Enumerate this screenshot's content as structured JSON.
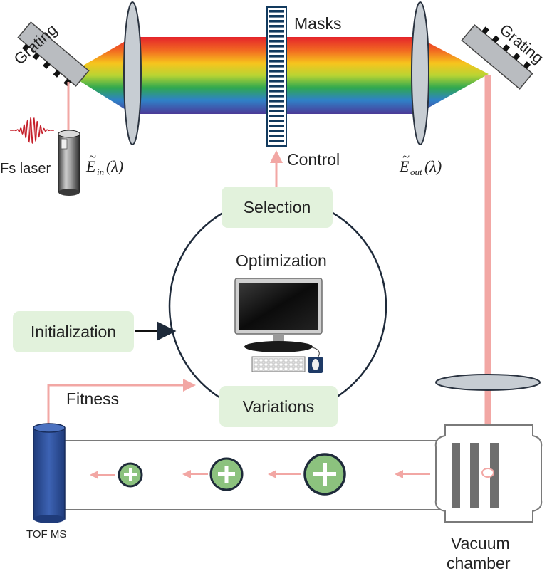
{
  "labels": {
    "grating_left": "Grating",
    "grating_right": "Grating",
    "masks": "Masks",
    "control": "Control",
    "fs_laser": "Fs laser",
    "e_in_symbol": "E",
    "e_in_sub": "in",
    "e_in_arg": "(λ)",
    "e_out_symbol": "E",
    "e_out_sub": "out",
    "e_out_arg": "(λ)",
    "optimization": "Optimization",
    "fitness": "Fitness",
    "tof_ms": "TOF MS",
    "vacuum_line1": "Vacuum",
    "vacuum_line2": "chamber"
  },
  "loop_steps": {
    "selection": "Selection",
    "initialization": "Initialization",
    "variations": "Variations"
  },
  "ion_symbol": "+",
  "colors": {
    "laser_beam": "#f2a7a4",
    "step_box": "#e2f2dc",
    "grating": "#b9bcc0",
    "tof_tube": "#2d4f9a",
    "ion_fill": "#8cc27e",
    "loop": "#1e2a3a"
  },
  "icons": {
    "laser_pulse": "laser-pulse-icon",
    "computer": "desktop-computer-icon",
    "ion": "positive-ion-icon"
  }
}
